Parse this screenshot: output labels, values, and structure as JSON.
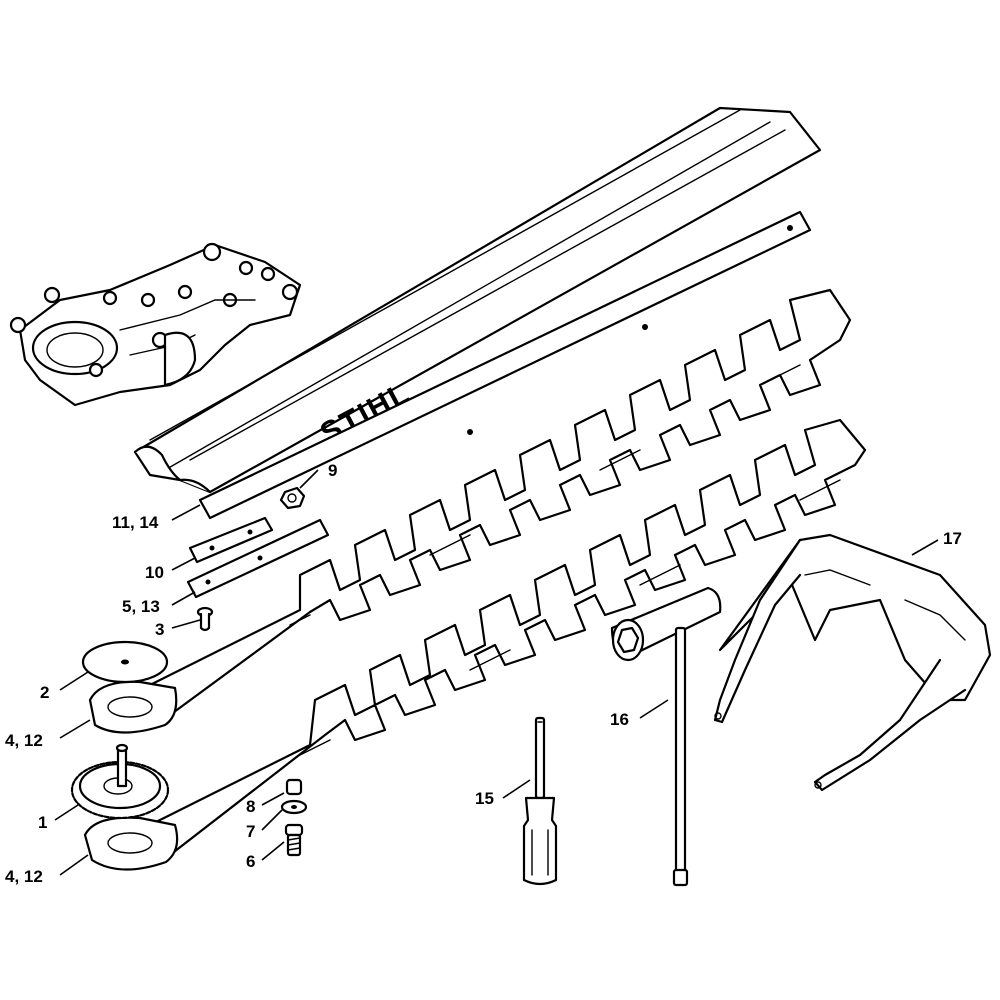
{
  "brand_text": "STIHL",
  "callouts": {
    "gearbox_housing": "",
    "c1": "1",
    "c2": "2",
    "c3": "3",
    "c4_12_top": "4, 12",
    "c4_12_bottom": "4, 12",
    "c5_13": "5, 13",
    "c6": "6",
    "c7": "7",
    "c8": "8",
    "c9": "9",
    "c10": "10",
    "c11_14": "11, 14",
    "c15": "15",
    "c16": "16",
    "c17": "17"
  }
}
